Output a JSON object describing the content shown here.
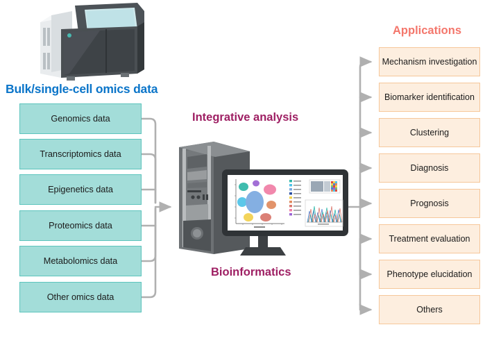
{
  "figure": {
    "title_left": "Bulk/single-cell omics data",
    "title_center_top": "Integrative analysis",
    "title_center_bottom": "Bioinformatics",
    "title_right": "Applications"
  },
  "colors": {
    "left_heading": "#0b75c9",
    "right_heading": "#f4776c",
    "center_heading": "#9e1f63",
    "omics_box_fill": "#a3ddd9",
    "omics_box_border": "#5cc4bd",
    "app_box_fill": "#fdeedf",
    "app_box_border": "#f6c79a",
    "connector": "#b0b0b0"
  },
  "omics_inputs": [
    {
      "label": "Genomics data"
    },
    {
      "label": "Transcriptomics data"
    },
    {
      "label": "Epigenetics data"
    },
    {
      "label": "Proteomics data"
    },
    {
      "label": "Metabolomics data"
    },
    {
      "label": "Other omics data"
    }
  ],
  "applications": [
    {
      "label": "Mechanism investigation"
    },
    {
      "label": "Biomarker identification"
    },
    {
      "label": "Clustering"
    },
    {
      "label": "Diagnosis"
    },
    {
      "label": "Prognosis"
    },
    {
      "label": "Treatment evaluation"
    },
    {
      "label": "Phenotype elucidation"
    },
    {
      "label": "Others"
    }
  ],
  "illustrations": {
    "sequencer": "dna-sequencer-instrument",
    "computer": "desktop-computer-tower-and-monitor",
    "screen_panels": [
      "tsne-scatter-plot",
      "cluster-legend",
      "heatmap",
      "line-chart"
    ]
  }
}
